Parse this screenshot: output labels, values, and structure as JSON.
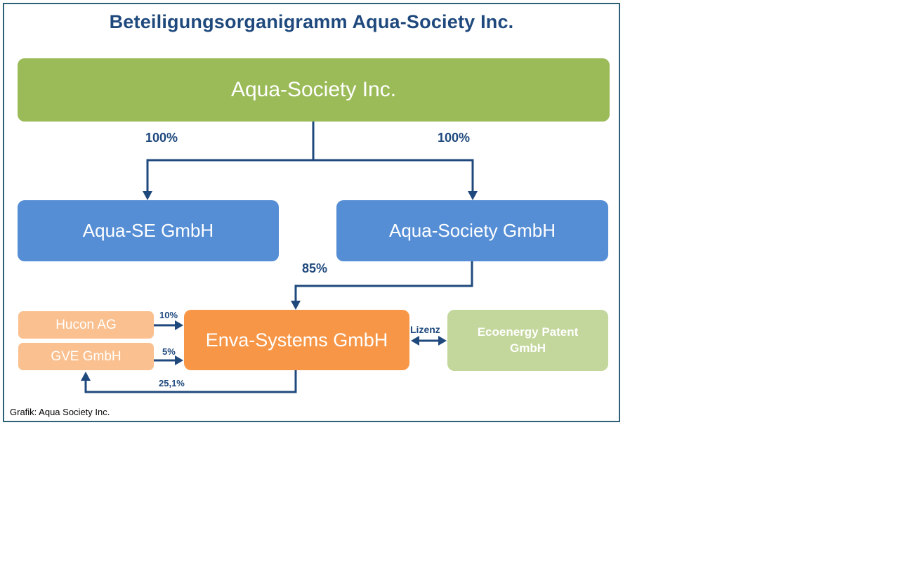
{
  "title": "Beteiligungsorganigramm Aqua-Society Inc.",
  "footer": "Grafik: Aqua Society Inc.",
  "colors": {
    "frame_border": "#2E6078",
    "text_dark_blue": "#1F497D",
    "connector_line": "#1F497D",
    "node_green": "#9BBB59",
    "node_blue": "#558ED5",
    "node_orange": "#F79646",
    "node_peach": "#FAC08F",
    "node_light_green": "#C3D69B"
  },
  "nodes": {
    "aqua_society_inc": {
      "label": "Aqua-Society Inc."
    },
    "aqua_se_gmbh": {
      "label": "Aqua-SE GmbH"
    },
    "aqua_society_gmbh": {
      "label": "Aqua-Society GmbH"
    },
    "enva_systems_gmbh": {
      "label": "Enva-Systems GmbH"
    },
    "hucon_ag": {
      "label": "Hucon AG"
    },
    "gve_gmbh": {
      "label": "GVE GmbH"
    },
    "ecoenergy_patent_gmbh": {
      "label": "Ecoenergy Patent GmbH"
    }
  },
  "edge_labels": {
    "inc_to_aqua_se": "100%",
    "inc_to_aqua_society": "100%",
    "aqua_society_to_enva": "85%",
    "hucon_to_enva": "10%",
    "gve_to_enva": "5%",
    "enva_to_gve": "25,1%",
    "enva_to_ecoenergy": "Lizenz"
  }
}
